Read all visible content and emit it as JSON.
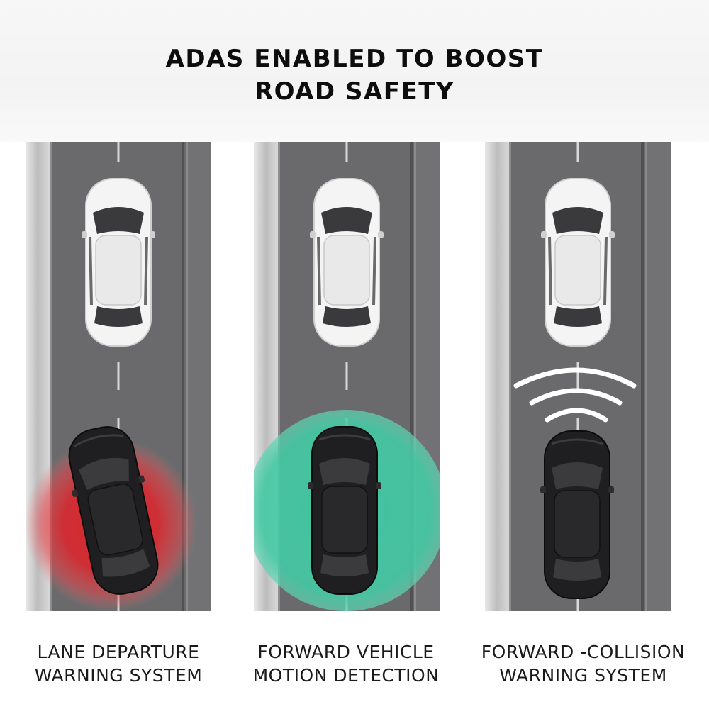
{
  "headline": {
    "line1": "ADAS ENABLED TO BOOST",
    "line2": "ROAD SAFETY"
  },
  "features": [
    {
      "line1": "LANE DEPARTURE",
      "line2": "WARNING SYSTEM",
      "icon": "lane-departure-zone",
      "color": "#e0242b"
    },
    {
      "line1": "FORWARD VEHICLE",
      "line2": "MOTION DETECTION",
      "icon": "motion-detection-zone",
      "color": "#3ec9a2"
    },
    {
      "line1": "FORWARD -COLLISION",
      "line2": "WARNING SYSTEM",
      "icon": "collision-warning-waves",
      "color": "#ffffff"
    }
  ],
  "colors": {
    "road": "#6b6b6d",
    "curb": "#cfcfcf",
    "white_car": "#f1f1f1",
    "black_car": "#1c1c1e"
  }
}
